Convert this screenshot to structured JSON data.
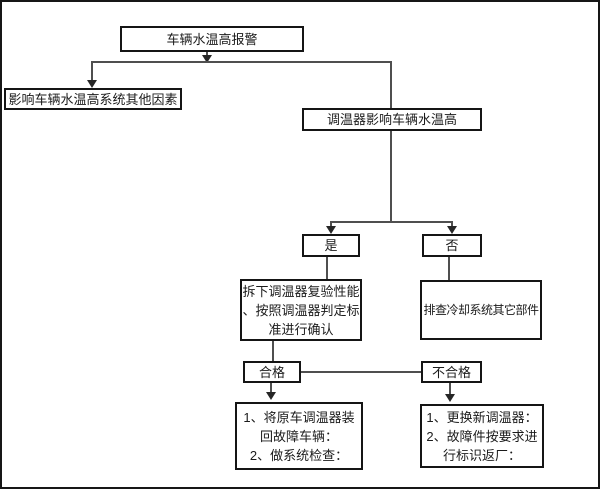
{
  "flowchart": {
    "nodes": {
      "alarm": {
        "label": "车辆水温高报警"
      },
      "other_factors": {
        "label": "影响车辆水温高系统其他因素"
      },
      "thermostat_cause": {
        "label": "调温器影响车辆水温高"
      },
      "yes": {
        "label": "是"
      },
      "no": {
        "label": "否"
      },
      "retest": {
        "lines": [
          "拆下调温器复验性能",
          "、按照调温器判定标",
          "准进行确认"
        ]
      },
      "inspect_others": {
        "label": "排查冷却系统其它部件"
      },
      "pass": {
        "label": "合格"
      },
      "fail": {
        "label": "不合格"
      },
      "pass_actions": {
        "lines": [
          "1、将原车调温器装",
          "回故障车辆：",
          "2、做系统检查："
        ]
      },
      "fail_actions": {
        "lines": [
          "1、更换新调温器：",
          "2、故障件按要求进",
          "行标识返厂："
        ]
      }
    }
  }
}
